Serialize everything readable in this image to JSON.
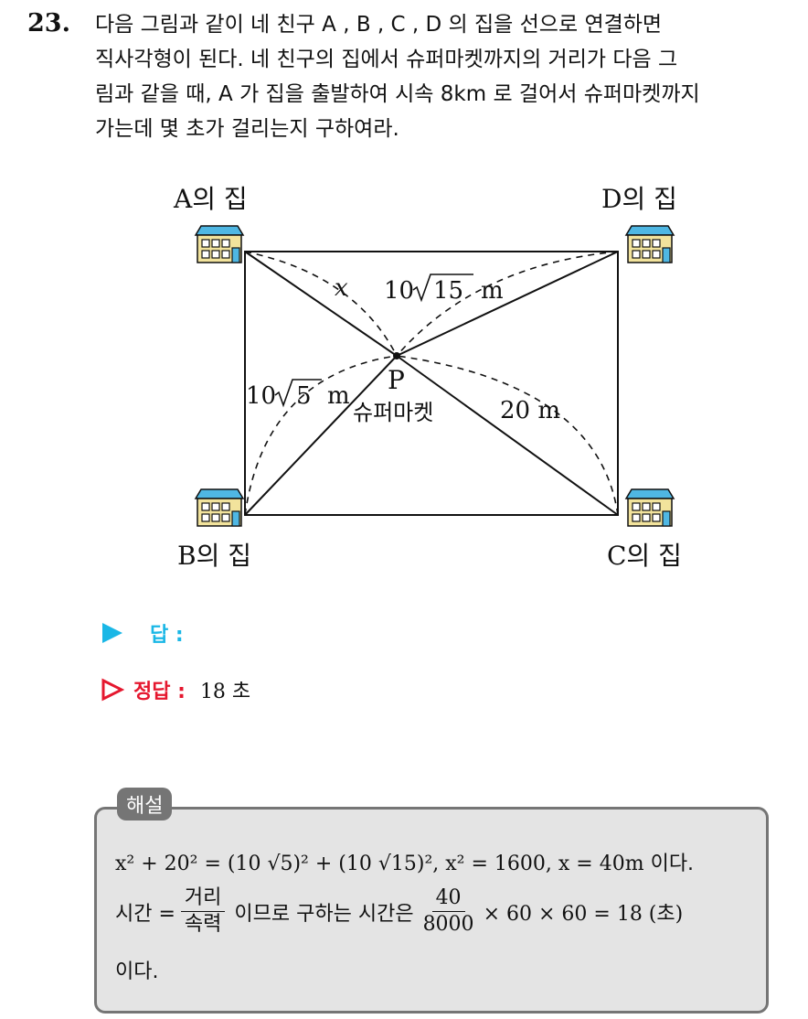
{
  "question": {
    "number": "23.",
    "lines": [
      "다음 그림과 같이 네 친구 A , B , C , D 의 집을 선으로 연결하면",
      "직사각형이 된다. 네 친구의 집에서 슈퍼마켓까지의 거리가 다음 그",
      "림과 같을 때, A 가 집을 출발하여 시속 8km 로 걸어서 슈퍼마켓까지",
      "가는데 몇 초가 걸리는지 구하여라."
    ]
  },
  "figure": {
    "house_a": "A의 집",
    "house_b": "B의 집",
    "house_c": "C의 집",
    "house_d": "D의 집",
    "label_x": "x",
    "label_pd_coef": "10",
    "label_pd_rad": "15",
    "label_pd_unit": "m",
    "label_pb_coef": "10",
    "label_pb_rad": "5",
    "label_pb_unit": "m",
    "label_pc": "20 m",
    "point_label": "P",
    "point_name": "슈퍼마켓",
    "colors": {
      "roof": "#4fb7e3",
      "wall": "#f2e39c",
      "door": "#4fb7e3"
    }
  },
  "answer": {
    "label": "답 :",
    "correct_label": "정답 :",
    "correct_value": "18 초"
  },
  "solution": {
    "tag": "해설",
    "line1_a": "x² + 20² = (10 √5)² + (10 √15)², x² = 1600, x = 40m",
    "line1_b": "이다.",
    "line2_prefix": "시간 =",
    "frac1_num": "거리",
    "frac1_den": "속력",
    "line2_mid": "이므로 구하는 시간은",
    "frac2_num": "40",
    "frac2_den": "8000",
    "line2_suffix": "× 60 × 60 = 18 (초)",
    "line3": "이다."
  }
}
